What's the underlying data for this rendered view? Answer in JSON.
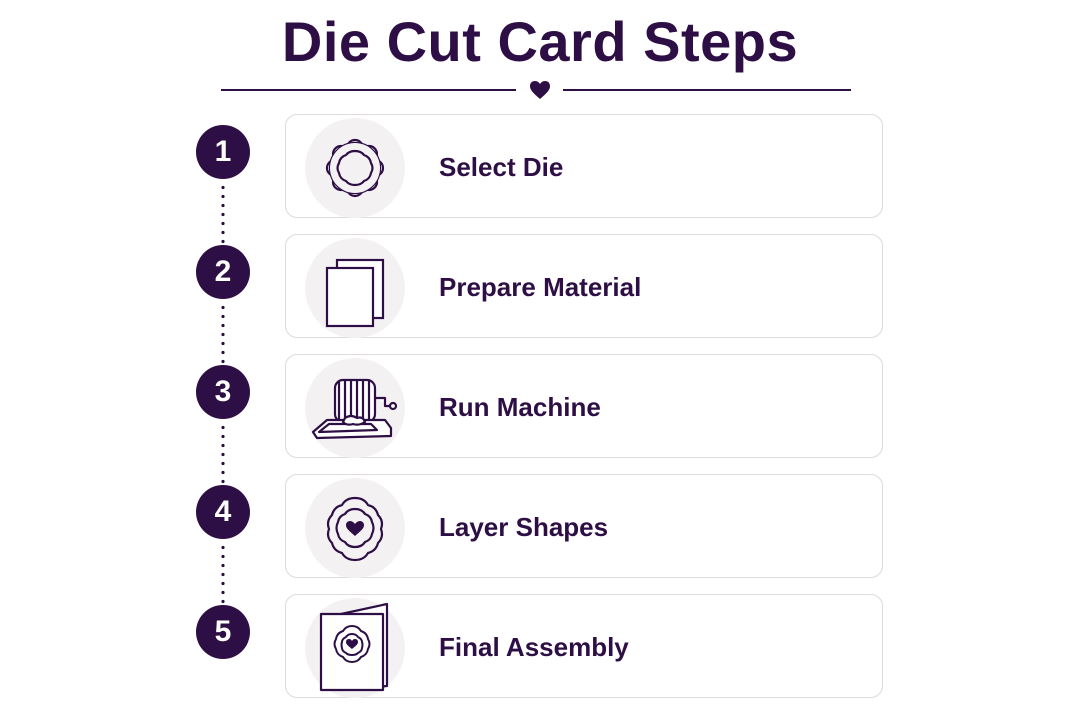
{
  "title": "Die Cut Card Steps",
  "steps": [
    {
      "number": "1",
      "label": "Select Die"
    },
    {
      "number": "2",
      "label": "Prepare Material"
    },
    {
      "number": "3",
      "label": "Run Machine"
    },
    {
      "number": "4",
      "label": "Layer Shapes"
    },
    {
      "number": "5",
      "label": "Final Assembly"
    }
  ],
  "colors": {
    "primary": "#2d0f45",
    "icon_bg": "#f4f1f3",
    "card_border": "#dedade"
  }
}
